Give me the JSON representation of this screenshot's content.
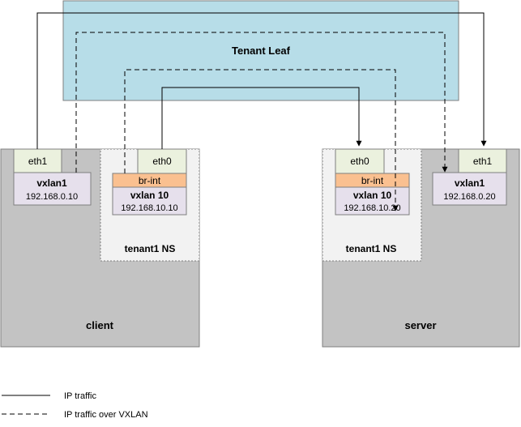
{
  "title": "Tenant Leaf",
  "colors": {
    "leaf_fill": "#b7dde8",
    "host_fill": "#c3c3c3",
    "ns_fill": "#f2f2f2",
    "iface_fill": "#ebf1de",
    "vxlan_fill": "#e6e0ec",
    "bridge_fill": "#fac090",
    "line": "#000000"
  },
  "client": {
    "label": "client",
    "eth1": "eth1",
    "vxlan1": {
      "name": "vxlan1",
      "ip": "192.168.0.10"
    },
    "ns": {
      "label": "tenant1 NS",
      "eth0": "eth0",
      "br_int": "br-int",
      "vxlan10": {
        "name": "vxlan 10",
        "ip": "192.168.10.10"
      }
    }
  },
  "server": {
    "label": "server",
    "eth1": "eth1",
    "vxlan1": {
      "name": "vxlan1",
      "ip": "192.168.0.20"
    },
    "ns": {
      "label": "tenant1 NS",
      "eth0": "eth0",
      "br_int": "br-int",
      "vxlan10": {
        "name": "vxlan 10",
        "ip": "192.168.10.20"
      }
    }
  },
  "legend": {
    "solid": "IP traffic",
    "dashed": "IP traffic over VXLAN"
  }
}
